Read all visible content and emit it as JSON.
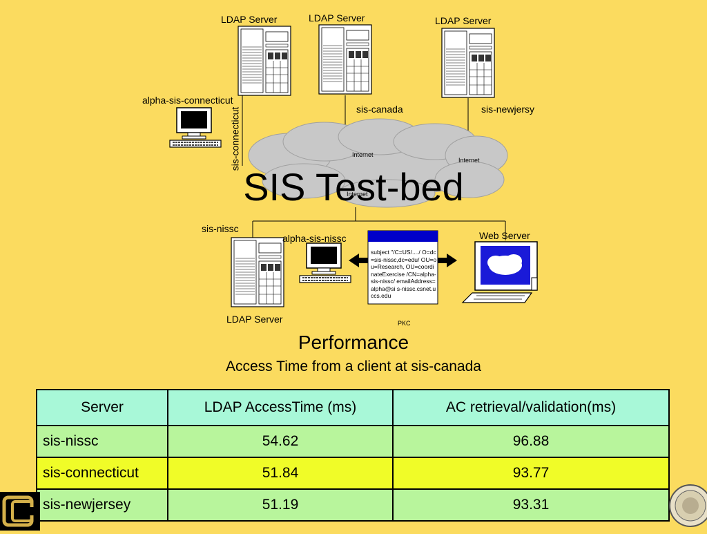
{
  "title": "SIS Test-bed",
  "diagram": {
    "servers": [
      {
        "label": "LDAP Server",
        "site": "sis-connecticut"
      },
      {
        "label": "LDAP Server",
        "site": "sis-canada"
      },
      {
        "label": "LDAP Server",
        "site": "sis-newjersy"
      },
      {
        "label": "LDAP Server",
        "site": "sis-nissc"
      }
    ],
    "clients": [
      "alpha-sis-connecticut",
      "alpha-sis-nissc"
    ],
    "web_server": "Web Server",
    "cloud_labels": [
      "Internet",
      "Internet",
      "Internet"
    ],
    "certificate": {
      "text": "subject \"/C=US/..../ O=dc=sis-nissc,dc=edu/ OU=ou=Research, OU=coordinateExercise /CN=alpha-sis-nissc/ emailAddress=alpha@si s-nissc.csnet.uccs.edu",
      "caption": "PKC"
    }
  },
  "performance": {
    "title": "Performance",
    "subtitle": "Access Time from a client at sis-canada"
  },
  "table": {
    "headers": [
      "Server",
      "LDAP AccessTime (ms)",
      "AC retrieval/validation(ms)"
    ],
    "rows": [
      {
        "server": "sis-nissc",
        "ldap": "54.62",
        "ac": "96.88"
      },
      {
        "server": "sis-connecticut",
        "ldap": "51.84",
        "ac": "93.77"
      },
      {
        "server": "sis-newjersey",
        "ldap": "51.19",
        "ac": "93.31"
      }
    ]
  },
  "colors": {
    "background": "#fbdb5f",
    "header_row": "#a8f8d8",
    "green_row": "#b8f59c",
    "yellow_row": "#f0fc28",
    "cloud": "#c8c8c8",
    "certificate_bar": "#0000c8"
  },
  "icons": [
    "server-icon",
    "desktop-computer-icon",
    "cloud-icon",
    "certificate-icon",
    "arrow-icon",
    "cu-logo-icon",
    "university-seal-icon"
  ]
}
